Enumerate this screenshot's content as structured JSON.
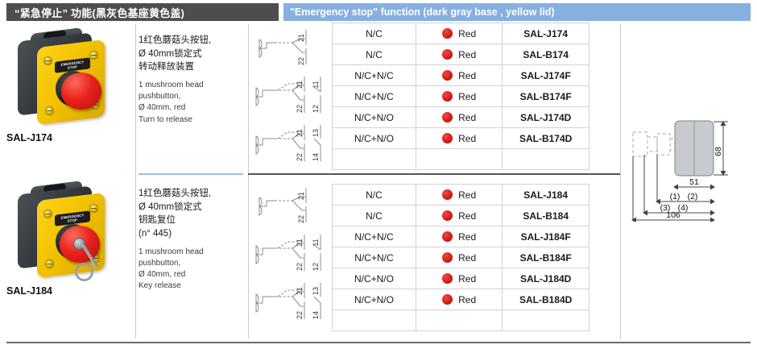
{
  "header": {
    "title_cn": "“紧急停止” 功能(黑灰色基座黄色盖)",
    "title_en": "\"Emergency stop\" function (dark gray base , yellow lid)",
    "cn_bg": "#4d4d4d",
    "en_bg": "#86b0e0"
  },
  "blocks": [
    {
      "product_name": "SAL-J174",
      "photo": {
        "label_line1": "EMERGENCY",
        "label_line2": "STOP",
        "has_key": false,
        "base_color": "#31363a",
        "lid_color": "#f2c200",
        "button_color": "#e8231c"
      },
      "desc_cn": "1红色蘑菇头按钮,\nØ 40mm锁定式\n转动释放装置",
      "desc_en": "1 mushroom head\npushbutton,\nØ 40mm, red\nTurn to release",
      "rows": [
        {
          "contact": "N/C",
          "color": "Red",
          "code": "SAL-J174"
        },
        {
          "contact": "N/C",
          "color": "Red",
          "code": "SAL-B174"
        },
        {
          "contact": "N/C+N/C",
          "color": "Red",
          "code": "SAL-J174F"
        },
        {
          "contact": "N/C+N/C",
          "color": "Red",
          "code": "SAL-B174F"
        },
        {
          "contact": "N/C+N/O",
          "color": "Red",
          "code": "SAL-J174D"
        },
        {
          "contact": "N/C+N/O",
          "color": "Red",
          "code": "SAL-B174D"
        }
      ],
      "schematics": [
        {
          "terminals": [
            "21",
            "22"
          ]
        },
        {
          "terminals": [
            "21",
            "22",
            "11",
            "12"
          ]
        },
        {
          "terminals": [
            "21",
            "22",
            "13",
            "14"
          ]
        }
      ]
    },
    {
      "product_name": "SAL-J184",
      "photo": {
        "label_line1": "EMERGENCY",
        "label_line2": "STOP",
        "has_key": true,
        "base_color": "#31363a",
        "lid_color": "#f2c200",
        "button_color": "#e8231c"
      },
      "desc_cn": "1红色蘑菇头按钮,\nØ 40mm锁定式\n钥匙复位\n(n°  445)",
      "desc_en": "1 mushroom head\npushbutton,\nØ 40mm, red\nKey release",
      "rows": [
        {
          "contact": "N/C",
          "color": "Red",
          "code": "SAL-J184"
        },
        {
          "contact": "N/C",
          "color": "Red",
          "code": "SAL-B184"
        },
        {
          "contact": "N/C+N/C",
          "color": "Red",
          "code": "SAL-J184F"
        },
        {
          "contact": "N/C+N/C",
          "color": "Red",
          "code": "SAL-B184F"
        },
        {
          "contact": "N/C+N/O",
          "color": "Red",
          "code": "SAL-J184D"
        },
        {
          "contact": "N/C+N/O",
          "color": "Red",
          "code": "SAL-B184D"
        }
      ],
      "schematics": [
        {
          "terminals": [
            "21",
            "22"
          ]
        },
        {
          "terminals": [
            "21",
            "22",
            "11",
            "12"
          ]
        },
        {
          "terminals": [
            "21",
            "22",
            "13",
            "14"
          ]
        }
      ]
    }
  ],
  "dimensions": {
    "height": "68",
    "width": "51",
    "depth_total": "106",
    "ref_1": "(1)",
    "ref_2": "(2)",
    "ref_3": "(3)",
    "ref_4": "(4)"
  }
}
